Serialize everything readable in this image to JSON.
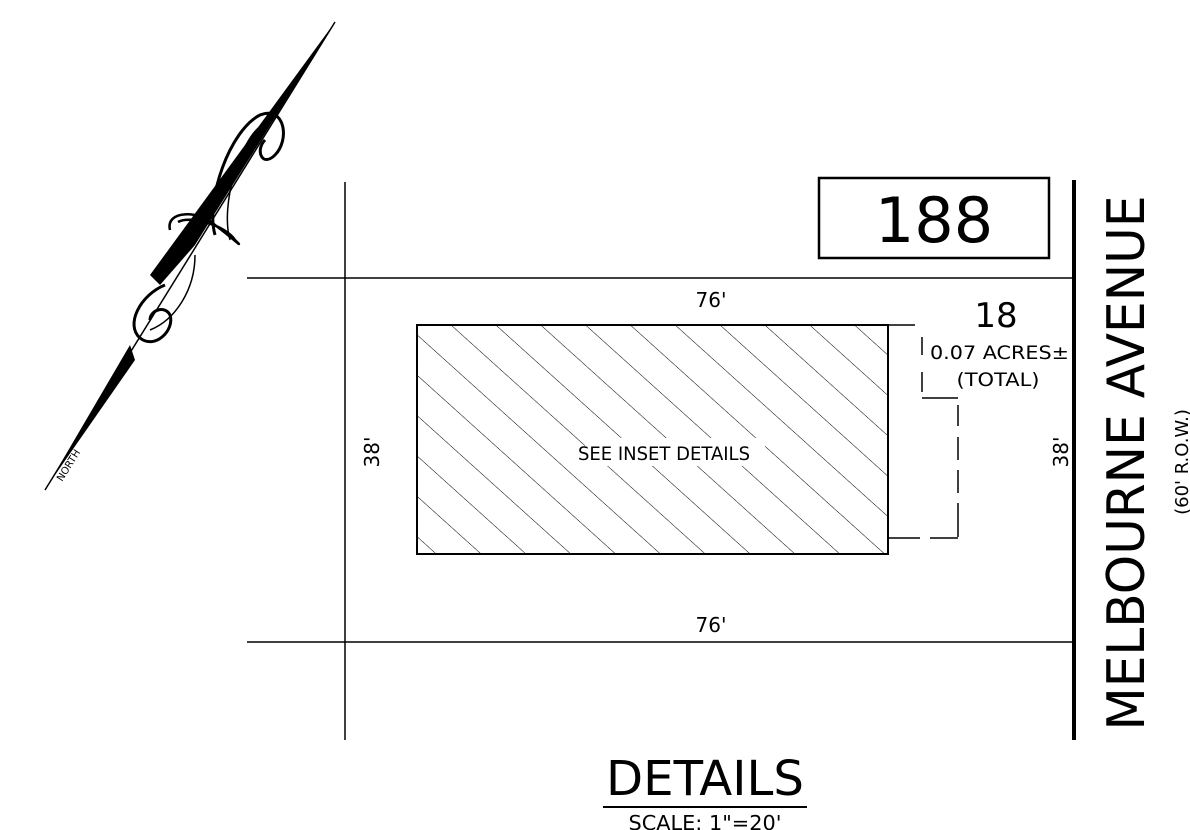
{
  "lot_number_box": "188",
  "parcel": {
    "number": "18",
    "area": "0.07 ACRES±",
    "area_note": "(TOTAL)",
    "center_label": "SEE INSET DETAILS"
  },
  "dimensions": {
    "top": "76'",
    "bottom": "76'",
    "left": "38'",
    "right": "38'"
  },
  "street": {
    "name": "MELBOURNE AVENUE",
    "row": "(60' R.O.W.)"
  },
  "north_arrow": {
    "label": "NORTH",
    "icon": "north-arrow-icon"
  },
  "title": {
    "text": "DETAILS",
    "scale": "SCALE: 1\"=20'"
  },
  "colors": {
    "ink": "#000000",
    "paper": "#ffffff"
  }
}
